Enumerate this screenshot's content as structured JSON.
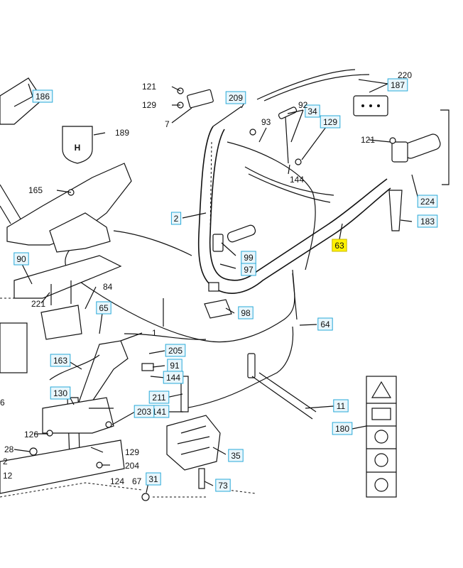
{
  "logo_letter": "H",
  "boxed_labels": [
    "186",
    "187",
    "209",
    "34",
    "129",
    "2",
    "90",
    "65",
    "163",
    "130",
    "205",
    "91",
    "144",
    "211",
    "141",
    "203",
    "35",
    "73",
    "31",
    "183",
    "224",
    "99",
    "97",
    "98",
    "64",
    "11",
    "180",
    "63"
  ],
  "plain_labels": [
    "220",
    "121",
    "129",
    "7",
    "92",
    "93",
    "144",
    "121",
    "189",
    "165",
    "221",
    "84",
    "1",
    "126",
    "129",
    "204",
    "124",
    "67",
    "28",
    "6",
    "2",
    "12"
  ],
  "colors": {
    "label_box_fill": "#e8f6fc",
    "label_box_stroke": "#27a9d8",
    "highlight_fill": "#fff200",
    "line": "#111111"
  }
}
